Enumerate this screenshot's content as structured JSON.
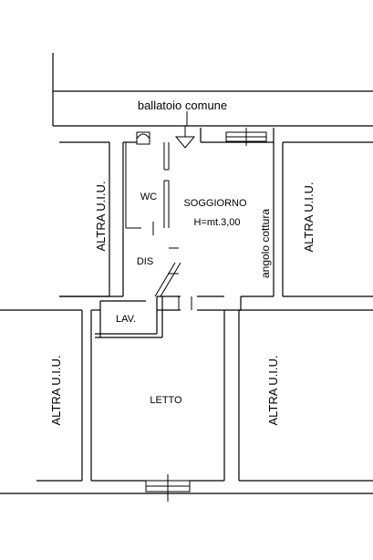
{
  "plan": {
    "corridor_label": "ballatoio comune",
    "rooms": {
      "wc": "WC",
      "soggiorno": "SOGGIORNO",
      "height": "H=mt.3,00",
      "dis": "DIS",
      "lav": "LAV.",
      "letto": "LETTO",
      "angolo": "angolo cottura"
    },
    "neighbors": {
      "top_left": "ALTRA U.I.U.",
      "top_right": "ALTRA U.I.U.",
      "bottom_left": "ALTRA U.I.U.",
      "bottom_right": "ALTRA U.I.U."
    }
  }
}
